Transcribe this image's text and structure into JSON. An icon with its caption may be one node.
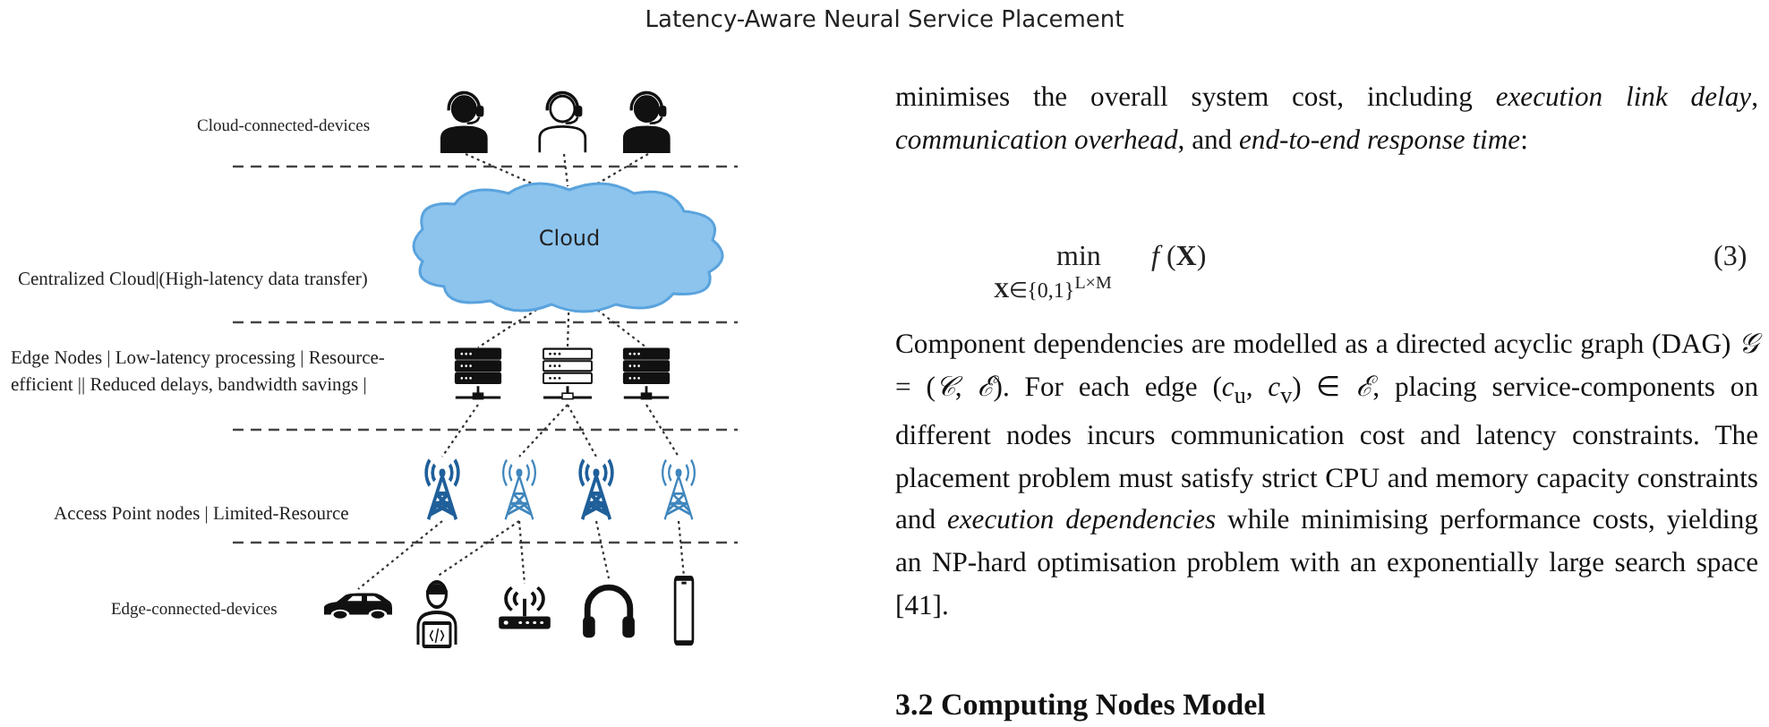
{
  "diagram": {
    "title": "Latency-Aware Neural Service Placement",
    "nodes": [
      {
        "text": [],
        "shape": "person"
      },
      {
        "text": [],
        "shape": "person"
      },
      {
        "text": [],
        "shape": "person"
      },
      {
        "text": [
          "Cloud"
        ]
      },
      {
        "text": [],
        "shape": "server"
      },
      {
        "text": [],
        "shape": "server"
      },
      {
        "text": [],
        "shape": "server"
      },
      {
        "text": [],
        "shape": "tower"
      },
      {
        "text": [],
        "shape": "tower"
      },
      {
        "text": [],
        "shape": "tower"
      },
      {
        "text": [],
        "shape": "tower"
      },
      {
        "text": [],
        "shape": "car"
      },
      {
        "text": [],
        "shape": "person"
      },
      {
        "text": [],
        "shape": "router"
      },
      {
        "text": [],
        "shape": "headphones"
      },
      {
        "text": [],
        "shape": "phone"
      }
    ],
    "edges": [
      {
        "from": 0,
        "to": 3,
        "arrow": "none"
      },
      {
        "from": 1,
        "to": 3,
        "arrow": "none"
      },
      {
        "from": 2,
        "to": 3,
        "arrow": "none"
      },
      {
        "from": 3,
        "to": 4,
        "arrow": "none"
      },
      {
        "from": 3,
        "to": 5,
        "arrow": "none"
      },
      {
        "from": 3,
        "to": 6,
        "arrow": "none"
      },
      {
        "from": 4,
        "to": 7,
        "arrow": "none"
      },
      {
        "from": 5,
        "to": 8,
        "arrow": "none"
      },
      {
        "from": 5,
        "to": 9,
        "arrow": "none"
      },
      {
        "from": 6,
        "to": 10,
        "arrow": "none"
      },
      {
        "from": 7,
        "to": 11,
        "arrow": "none"
      },
      {
        "from": 8,
        "to": 12,
        "arrow": "none"
      },
      {
        "from": 8,
        "to": 13,
        "arrow": "none"
      },
      {
        "from": 9,
        "to": 14,
        "arrow": "none"
      },
      {
        "from": 10,
        "to": 15,
        "arrow": "none"
      }
    ],
    "labels": [
      "Cloud-connected-devices",
      "Centralized Cloud|(High-latency data transfer)",
      "Edge Nodes  | Low-latency processing | Resource-efficient || Reduced delays, bandwidth savings |",
      "Access Point nodes | Limited-Resource",
      "Edge-connected-devices",
      "minimises the overall system cost, including *execution link delay*, *communication overhead*, and *end-to-end response time*:",
      "min",
      "**X**∈{0,1}$^{L×M}$",
      "*f* (**X**)",
      "(3)",
      "Component dependencies are modelled as a directed acyclic graph (DAG) *𝒢* = (*𝒞*, *ℰ*). For each edge (*c*$_{u}$, *c*$_{v}$) ∈ *ℰ*, placing service-components on different nodes incurs communication cost and latency constraints. The placement problem must satisfy strict CPU and memory capacity constraints and *execution dependencies* while minimising performance costs, yielding an NP-hard optimisation problem with an exponentially large search space [41].",
      "3.2 Computing Nodes Model"
    ]
  }
}
